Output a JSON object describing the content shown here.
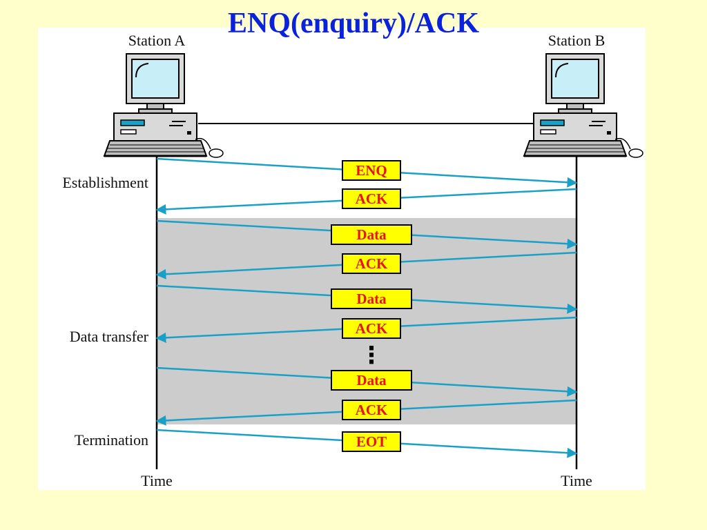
{
  "title": "ENQ(enquiry)/ACK",
  "stations": {
    "a": "Station A",
    "b": "Station B"
  },
  "phases": {
    "establishment": "Establishment",
    "data_transfer": "Data transfer",
    "termination": "Termination"
  },
  "time_label": "Time",
  "frames": [
    {
      "label": "ENQ",
      "direction": "A-to-B"
    },
    {
      "label": "ACK",
      "direction": "B-to-A"
    },
    {
      "label": "Data",
      "direction": "A-to-B"
    },
    {
      "label": "ACK",
      "direction": "B-to-A"
    },
    {
      "label": "Data",
      "direction": "A-to-B"
    },
    {
      "label": "ACK",
      "direction": "B-to-A"
    },
    {
      "label": "Data",
      "direction": "A-to-B"
    },
    {
      "label": "ACK",
      "direction": "B-to-A"
    },
    {
      "label": "EOT",
      "direction": "A-to-B"
    }
  ],
  "ellipsis": "⋮",
  "colors": {
    "background": "#ffffcc",
    "title": "#0b22dd",
    "arrow": "#1a9fc6",
    "frame_fill": "#ffff00",
    "frame_text": "#e8121a",
    "data_region": "#cccccc"
  },
  "icons": [
    "computer-icon",
    "computer-icon"
  ]
}
